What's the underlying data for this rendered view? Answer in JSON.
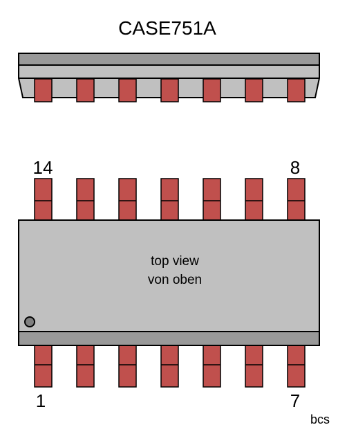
{
  "diagram": {
    "title": "CASE751A",
    "center_text": [
      "top view",
      "von oben"
    ],
    "pin_labels": {
      "top_left": "14",
      "top_right": "8",
      "bottom_left": "1",
      "bottom_right": "7"
    },
    "credit": "bcs",
    "pin_count": 14,
    "colors": {
      "body": "#c0c0c0",
      "body_dark": "#999999",
      "pin": "#c0504d",
      "outline": "#000000"
    }
  }
}
